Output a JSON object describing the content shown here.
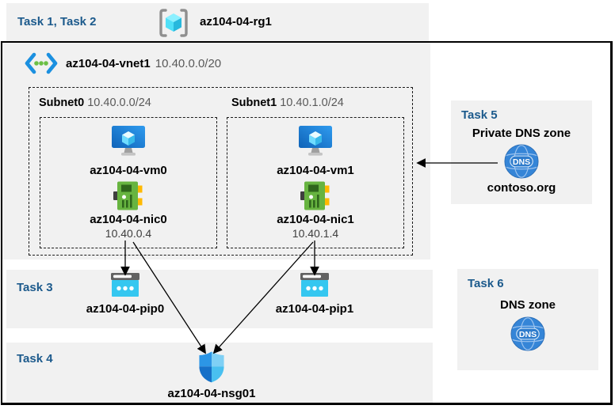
{
  "header": {
    "tasks_label": "Task 1, Task 2",
    "resource_group": "az104-04-rg1"
  },
  "vnet": {
    "name": "az104-04-vnet1",
    "cidr": "10.40.0.0/20"
  },
  "subnets": [
    {
      "name": "Subnet0",
      "cidr": "10.40.0.0/24",
      "vm_name": "az104-04-vm0",
      "nic_name": "az104-04-nic0",
      "nic_ip": "10.40.0.4"
    },
    {
      "name": "Subnet1",
      "cidr": "10.40.1.0/24",
      "vm_name": "az104-04-vm1",
      "nic_name": "az104-04-nic1",
      "nic_ip": "10.40.1.4"
    }
  ],
  "task3": {
    "label": "Task 3",
    "pip0": "az104-04-pip0",
    "pip1": "az104-04-pip1"
  },
  "task4": {
    "label": "Task 4",
    "nsg_name": "az104-04-nsg01"
  },
  "task5": {
    "label": "Task 5",
    "title": "Private DNS zone",
    "zone_name": "contoso.org",
    "dns_badge": "DNS"
  },
  "task6": {
    "label": "Task 6",
    "title": "DNS zone",
    "dns_badge": "DNS"
  },
  "colors": {
    "task_label": "#1c5a8c",
    "panel_bg": "#f1f1f1",
    "muted_text": "#595959",
    "arrow": "#000000",
    "vm_blue": "#1272cc",
    "nic_green": "#67b440",
    "pip_cyan": "#35c7f0",
    "dns_blue": "#3585d7"
  }
}
